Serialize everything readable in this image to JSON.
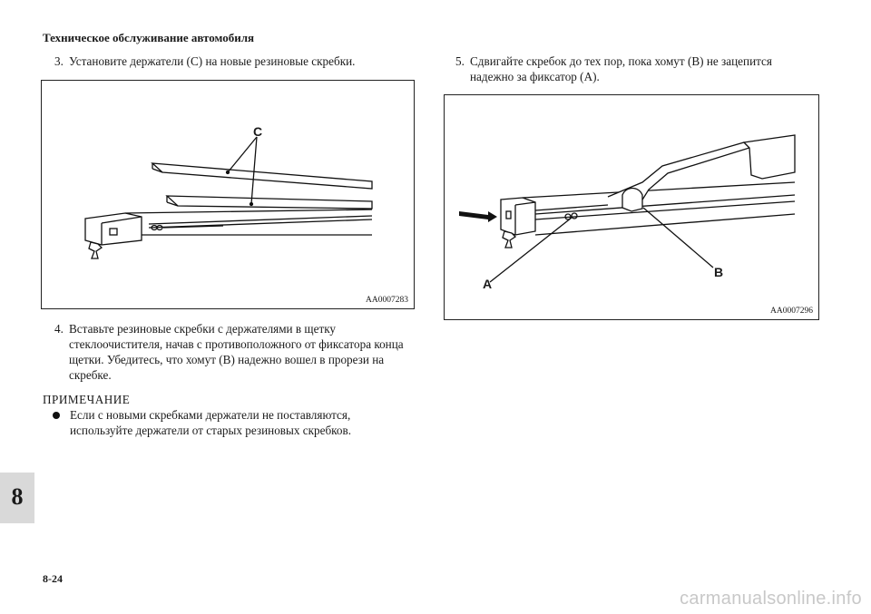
{
  "header": "Техническое обслуживание автомобиля",
  "steps": [
    {
      "num": "3.",
      "text": "Установите держатели (С) на новые резиновые скребки."
    },
    {
      "num": "4.",
      "text": "Вставьте резиновые скребки с держателями в щетку стеклоочистителя, начав с противоположного от фиксатора конца щетки. Убедитесь, что хомут (В) надежно вошел в прорези на скребке."
    },
    {
      "num": "5.",
      "text": "Сдвигайте скребок до тех пор, пока хомут (В) не зацепится надежно за фиксатор (А)."
    }
  ],
  "figures": [
    {
      "code": "AA0007283",
      "labels": [
        "C"
      ]
    },
    {
      "code": "AA0007296",
      "labels": [
        "A",
        "B"
      ]
    }
  ],
  "note": {
    "title": "ПРИМЕЧАНИЕ",
    "bullet": "Если с новыми скребками держатели не поставляются, используйте держатели от старых резиновых скребков."
  },
  "chapter": "8",
  "page_number": "8-24",
  "watermark": "carmanualsonline.info"
}
